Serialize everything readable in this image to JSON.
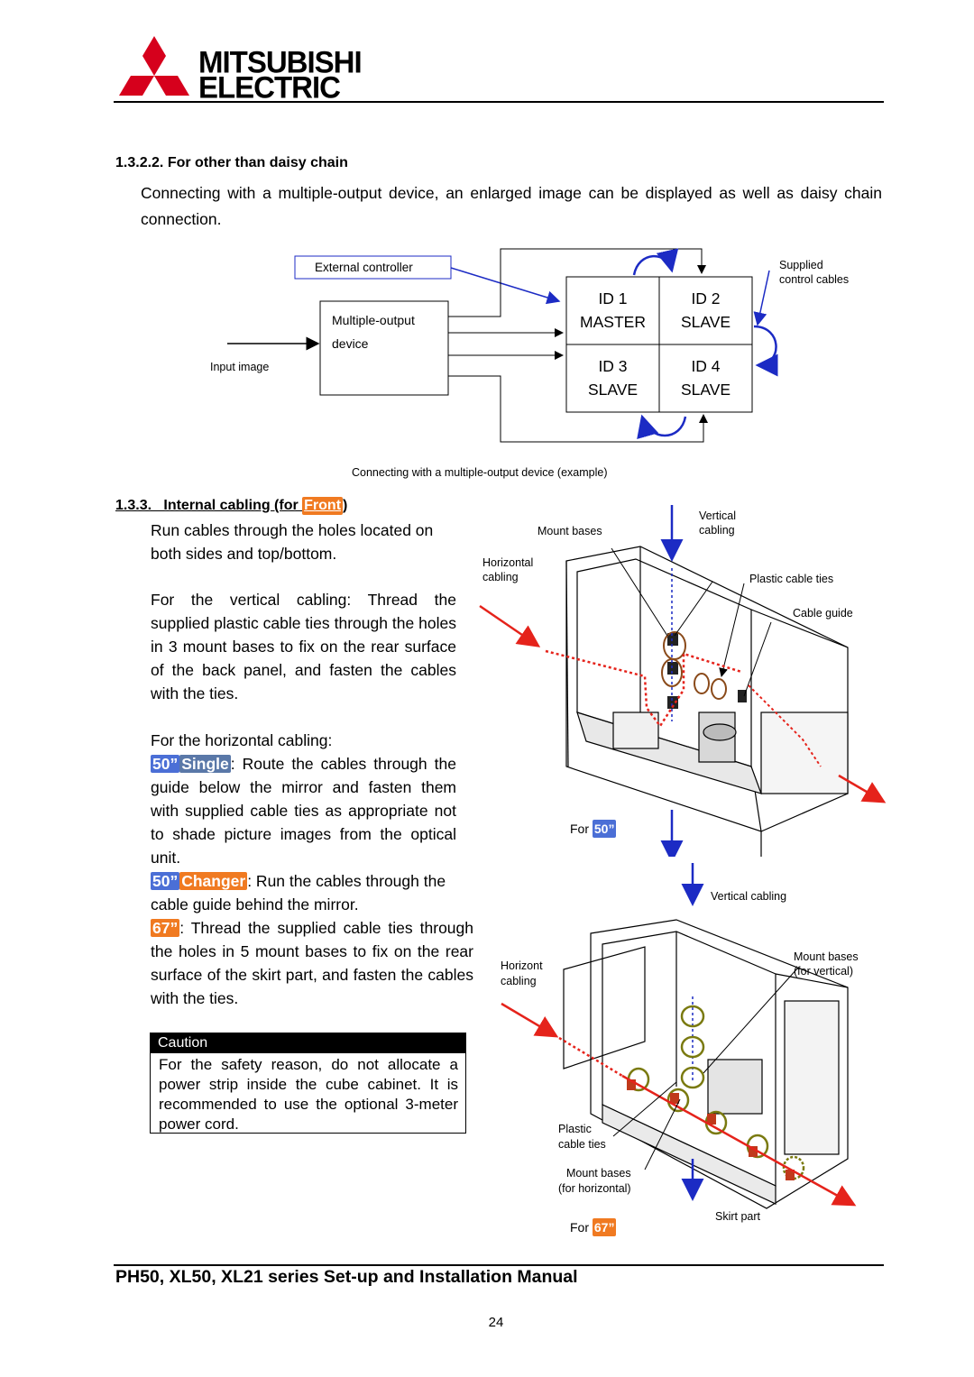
{
  "header": {
    "logo_line1": "MITSUBISHI",
    "logo_line2": "ELECTRIC",
    "logo_color": "#d6001c"
  },
  "section_1322": {
    "heading": "1.3.2.2.  For other than daisy chain",
    "para": "Connecting with a multiple-output device, an enlarged image can be displayed as well as daisy chain connection."
  },
  "diagram1": {
    "external_controller": "External controller",
    "multi_output_line1": "Multiple-output",
    "multi_output_line2": "device",
    "input_image": "Input image",
    "supplied_line1": "Supplied",
    "supplied_line2": "control cables",
    "cells": [
      {
        "id": "ID 1",
        "role": "MASTER"
      },
      {
        "id": "ID 2",
        "role": "SLAVE"
      },
      {
        "id": "ID 3",
        "role": "SLAVE"
      },
      {
        "id": "ID 4",
        "role": "SLAVE"
      }
    ],
    "caption": "Connecting with a multiple-output device (example)"
  },
  "section_133": {
    "heading_prefix": "1.3.3.   Internal cabling (for ",
    "heading_tag": "Front",
    "heading_suffix": ")",
    "intro": "Run cables through the holes located on both sides and top/bottom.",
    "vertical": "For the vertical cabling: Thread the supplied plastic cable ties through the holes in 3 mount bases to fix on the rear surface of the back panel, and fasten the cables with the ties.",
    "horizontal_title": "For the horizontal cabling:",
    "single_tag_a": "50”",
    "single_tag_b": "Single",
    "single_text": ": Route the cables through the guide below the mirror and fasten them with supplied cable ties as appropriate not to shade picture images from the optical unit.",
    "changer_tag_a": "50”",
    "changer_tag_b": "Changer",
    "changer_text": ": Run the cables through the cable guide behind the mirror.",
    "s67_tag": "67”",
    "s67_text": ": Thread the supplied cable ties through the holes in 5 mount bases to fix on the rear surface of the skirt part, and fasten the cables with the ties."
  },
  "caution": {
    "title": "Caution",
    "text": "For the safety reason, do not allocate a power strip inside the cube cabinet. It is recommended to use the optional 3-meter power cord."
  },
  "figure50": {
    "mount_bases": "Mount bases",
    "vertical_l1": "Vertical",
    "vertical_l2": "cabling",
    "horizontal_l1": "Horizontal",
    "horizontal_l2": "cabling",
    "plastic_ties": "Plastic cable ties",
    "cable_guide": "Cable guide",
    "for": "For",
    "for_tag": "50”"
  },
  "figure67": {
    "vertical_cabling": "Vertical cabling",
    "horizontal_l1": "Horizont",
    "horizontal_l2": "cabling",
    "mount_v_l1": "Mount bases",
    "mount_v_l2": "(for vertical)",
    "plastic_l1": "Plastic",
    "plastic_l2": "cable ties",
    "mount_h_l1": "Mount bases",
    "mount_h_l2": "(for horizontal)",
    "skirt": "Skirt part",
    "for": "For",
    "for_tag": "67”"
  },
  "footer": {
    "title": "PH50, XL50, XL21 series Set-up and Installation Manual",
    "page": "24"
  }
}
